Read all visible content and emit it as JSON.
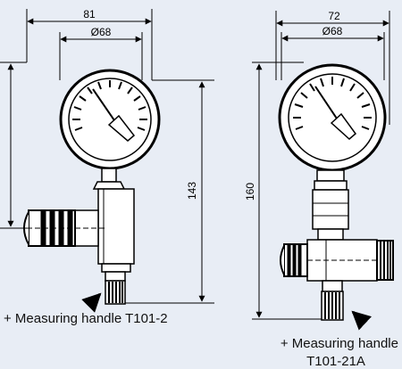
{
  "left": {
    "dims": {
      "width": "81",
      "dial": "Ø68",
      "height": "143",
      "side": ""
    },
    "caption": "+ Measuring handle T101-2"
  },
  "right": {
    "dims": {
      "width": "72",
      "dial": "Ø68",
      "height": "160"
    },
    "caption_line1": "+ Measuring handle",
    "caption_line2": "T101-21A"
  },
  "colors": {
    "background": "#e8edf5",
    "ink": "#000000"
  }
}
